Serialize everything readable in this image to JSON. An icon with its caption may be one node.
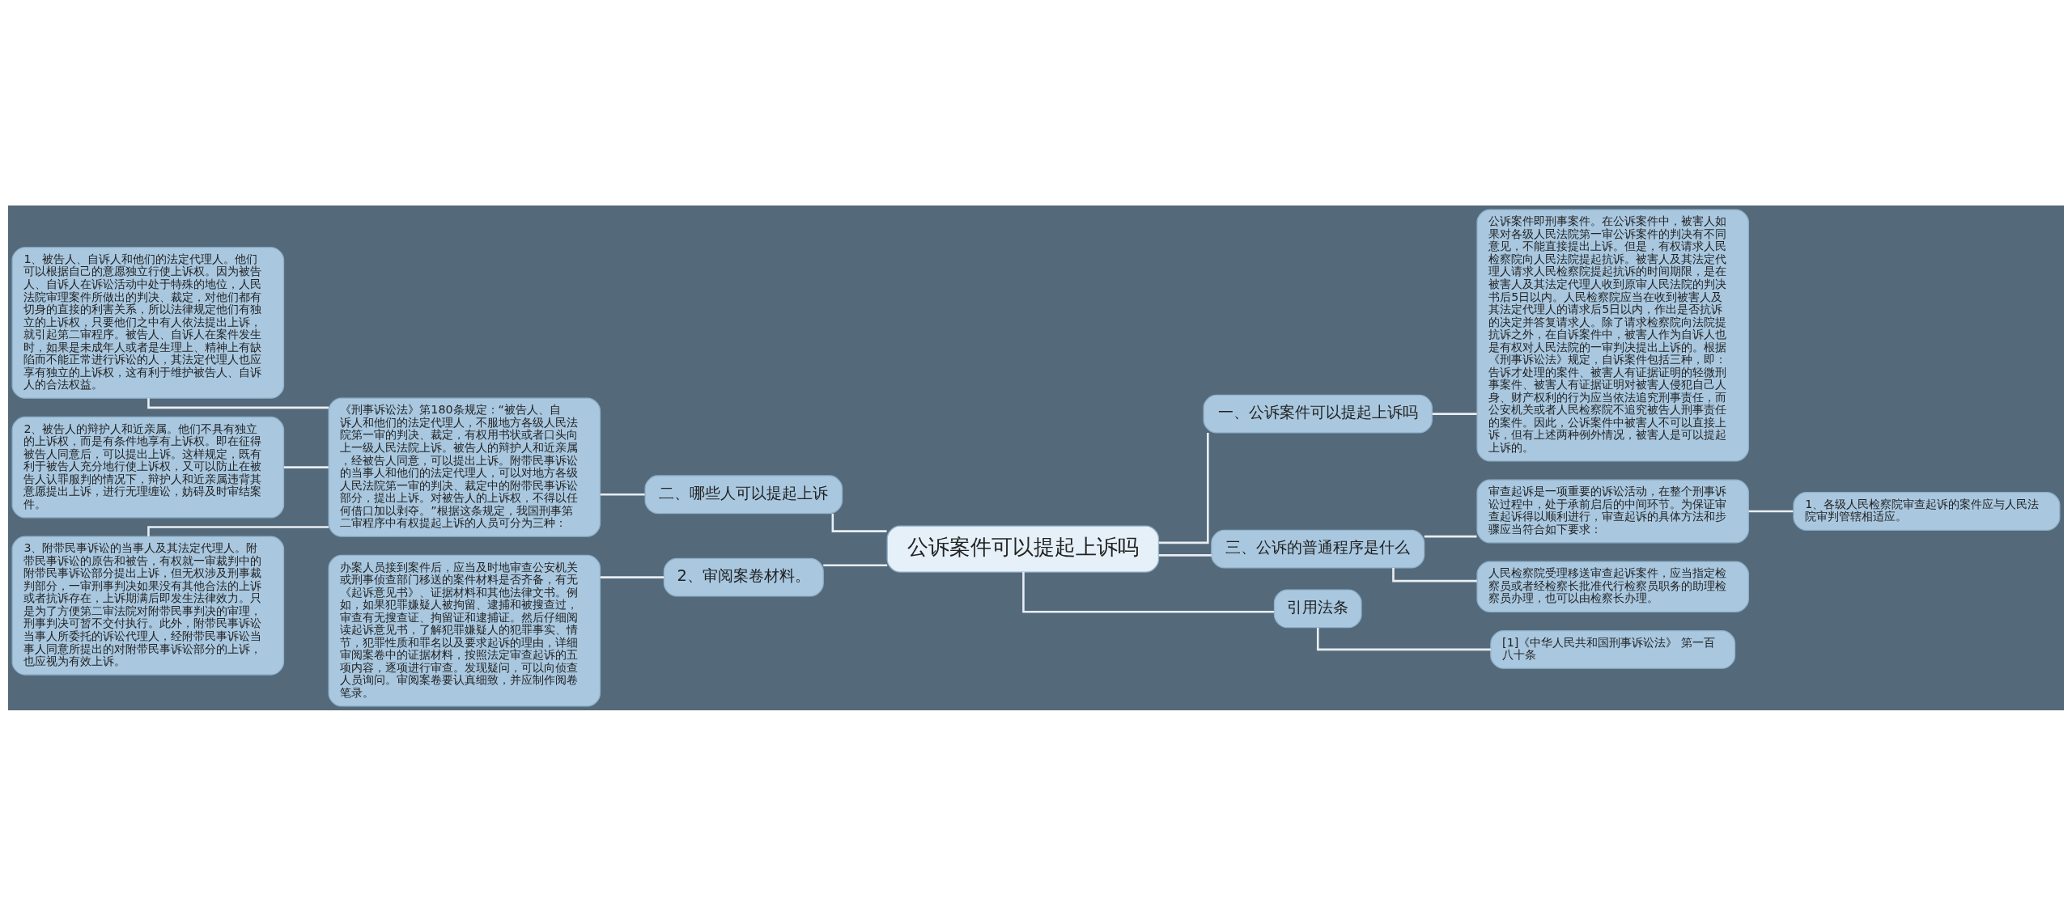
{
  "diagram": {
    "nodes": [
      {
        "text": [
          "公诉案件可以提起上诉吗"
        ]
      },
      {
        "text": [
          "二、哪些人可以提起上诉"
        ]
      },
      {
        "text": [
          "《刑事诉讼法》第180条规定：“被告人、自诉人和他们的法定代理人，不服地方各级人民法院第一审的判决、裁定，有权用书状或者口头向上一级人民法院上诉。被告人的辩护人和近亲属，经被告人同意，可以提出上诉。附带民事诉讼的当事人和他们的法定代理人，可以对地方各级人民法院第一审的判决、裁定中的附带民事诉讼部分，提出上诉。对被告人的上诉权，不得以任何借口加以剥夺。”根据这条规定，我国刑事第二审程序中有权提起上诉的人员可分为三种："
        ]
      },
      {
        "text": [
          "1、被告人、自诉人和他们的法定代理人。他们可以根据自己的意愿独立行使上诉权。因为被告人、自诉人在诉讼活动中处于特殊的地位，人民法院审理案件所做出的判决、裁定，对他们都有切身的直接的利害关系，所以法律规定他们有独立的上诉权，只要他们之中有人依法提出上诉，就引起第二审程序。被告人、自诉人在案件发生时，如果是未成年人或者是生理上、精神上有缺陷而不能正常进行诉讼的人，其法定代理人也应享有独立的上诉权，这有利于维护被告人、自诉人的合法权益。"
        ]
      },
      {
        "text": [
          "2、被告人的辩护人和近亲属。他们不具有独立的上诉权，而是有条件地享有上诉权。即在征得被告人同意后，可以提出上诉。这样规定，既有利于被告人充分地行使上诉权，又可以防止在被告人认罪服判的情况下，辩护人和近亲属违背其意愿提出上诉，进行无理缠讼，妨碍及时审结案件。"
        ]
      },
      {
        "text": [
          "3、附带民事诉讼的当事人及其法定代理人。附带民事诉讼的原告和被告，有权就一审裁判中的附带民事诉讼部分提出上诉，但无权涉及刑事裁判部分，一审刑事判决如果没有其他合法的上诉或者抗诉存在，上诉期满后即发生法律效力。只是为了方便第二审法院对附带民事判决的审理，刑事判决可暂不交付执行。此外，附带民事诉讼当事人所委托的诉讼代理人，经附带民事诉讼当事人同意所提出的对附带民事诉讼部分的上诉，也应视为有效上诉。"
        ]
      },
      {
        "text": [
          "2、审阅案卷材料。"
        ]
      },
      {
        "text": [
          "办案人员接到案件后，应当及时地审查公安机关或刑事侦查部门移送的案件材料是否齐备，有无《起诉意见书》、证据材料和其他法律文书。例如，如果犯罪嫌疑人被拘留、逮捕和被搜查过，审查有无搜查证、拘留证和逮捕证。然后仔细阅读起诉意见书，了解犯罪嫌疑人的犯罪事实、情节，犯罪性质和罪名以及要求起诉的理由，详细审阅案卷中的证据材料，按照法定审查起诉的五项内容，逐项进行审查。发现疑问，可以向侦查人员询问。审阅案卷要认真细致，并应制作阅卷笔录。"
        ]
      },
      {
        "text": [
          "一、公诉案件可以提起上诉吗"
        ]
      },
      {
        "text": [
          "公诉案件即刑事案件。在公诉案件中，被害人如果对各级人民法院第一审公诉案件的判决有不同意见，不能直接提出上诉。但是，有权请求人民检察院向人民法院提起抗诉。被害人及其法定代理人请求人民检察院提起抗诉的时间期限，是在被害人及其法定代理人收到原审人民法院的判决书后5日以内。人民检察院应当在收到被害人及其法定代理人的请求后5日以内，作出是否抗诉的决定并答复请求人。除了请求检察院向法院提抗诉之外，在自诉案件中，被害人作为自诉人也是有权对人民法院的一审判决提出上诉的。根据《刑事诉讼法》规定，自诉案件包括三种，即：告诉才处理的案件、被害人有证据证明的轻微刑事案件、被害人有证据证明对被害人侵犯自己人身、财产权利的行为应当依法追究刑事责任，而公安机关或者人民检察院不追究被告人刑事责任的案件。因此，公诉案件中被害人不可以直接上诉，但有上述两种例外情况，被害人是可以提起上诉的。"
        ]
      },
      {
        "text": [
          "三、公诉的普通程序是什么"
        ]
      },
      {
        "text": [
          "审查起诉是一项重要的诉讼活动，在整个刑事诉讼过程中，处于承前启后的中间环节。为保证审查起诉得以顺利进行，审查起诉的具体方法和步骤应当符合如下要求："
        ]
      },
      {
        "text": [
          "1、各级人民检察院审查起诉的案件应与人民法院审判管辖相适应。"
        ]
      },
      {
        "text": [
          "人民检察院受理移送审查起诉案件，应当指定检察员或者经检察长批准代行检察员职务的助理检察员办理，也可以由检察长办理。"
        ]
      },
      {
        "text": [
          "引用法条"
        ]
      },
      {
        "text": [
          "[1]《中华人民共和国刑事诉讼法》 第一百八十条"
        ]
      }
    ],
    "edges": [
      {
        "from": 0,
        "to": 1,
        "arrow": "none"
      },
      {
        "from": 1,
        "to": 2,
        "arrow": "none"
      },
      {
        "from": 2,
        "to": 3,
        "arrow": "none"
      },
      {
        "from": 2,
        "to": 4,
        "arrow": "none"
      },
      {
        "from": 2,
        "to": 5,
        "arrow": "none"
      },
      {
        "from": 0,
        "to": 6,
        "arrow": "none"
      },
      {
        "from": 6,
        "to": 7,
        "arrow": "none"
      },
      {
        "from": 0,
        "to": 8,
        "arrow": "none"
      },
      {
        "from": 8,
        "to": 9,
        "arrow": "none"
      },
      {
        "from": 0,
        "to": 10,
        "arrow": "none"
      },
      {
        "from": 10,
        "to": 11,
        "arrow": "none"
      },
      {
        "from": 11,
        "to": 12,
        "arrow": "none"
      },
      {
        "from": 10,
        "to": 13,
        "arrow": "none"
      },
      {
        "from": 0,
        "to": 14,
        "arrow": "none"
      },
      {
        "from": 14,
        "to": 15,
        "arrow": "none"
      }
    ]
  }
}
